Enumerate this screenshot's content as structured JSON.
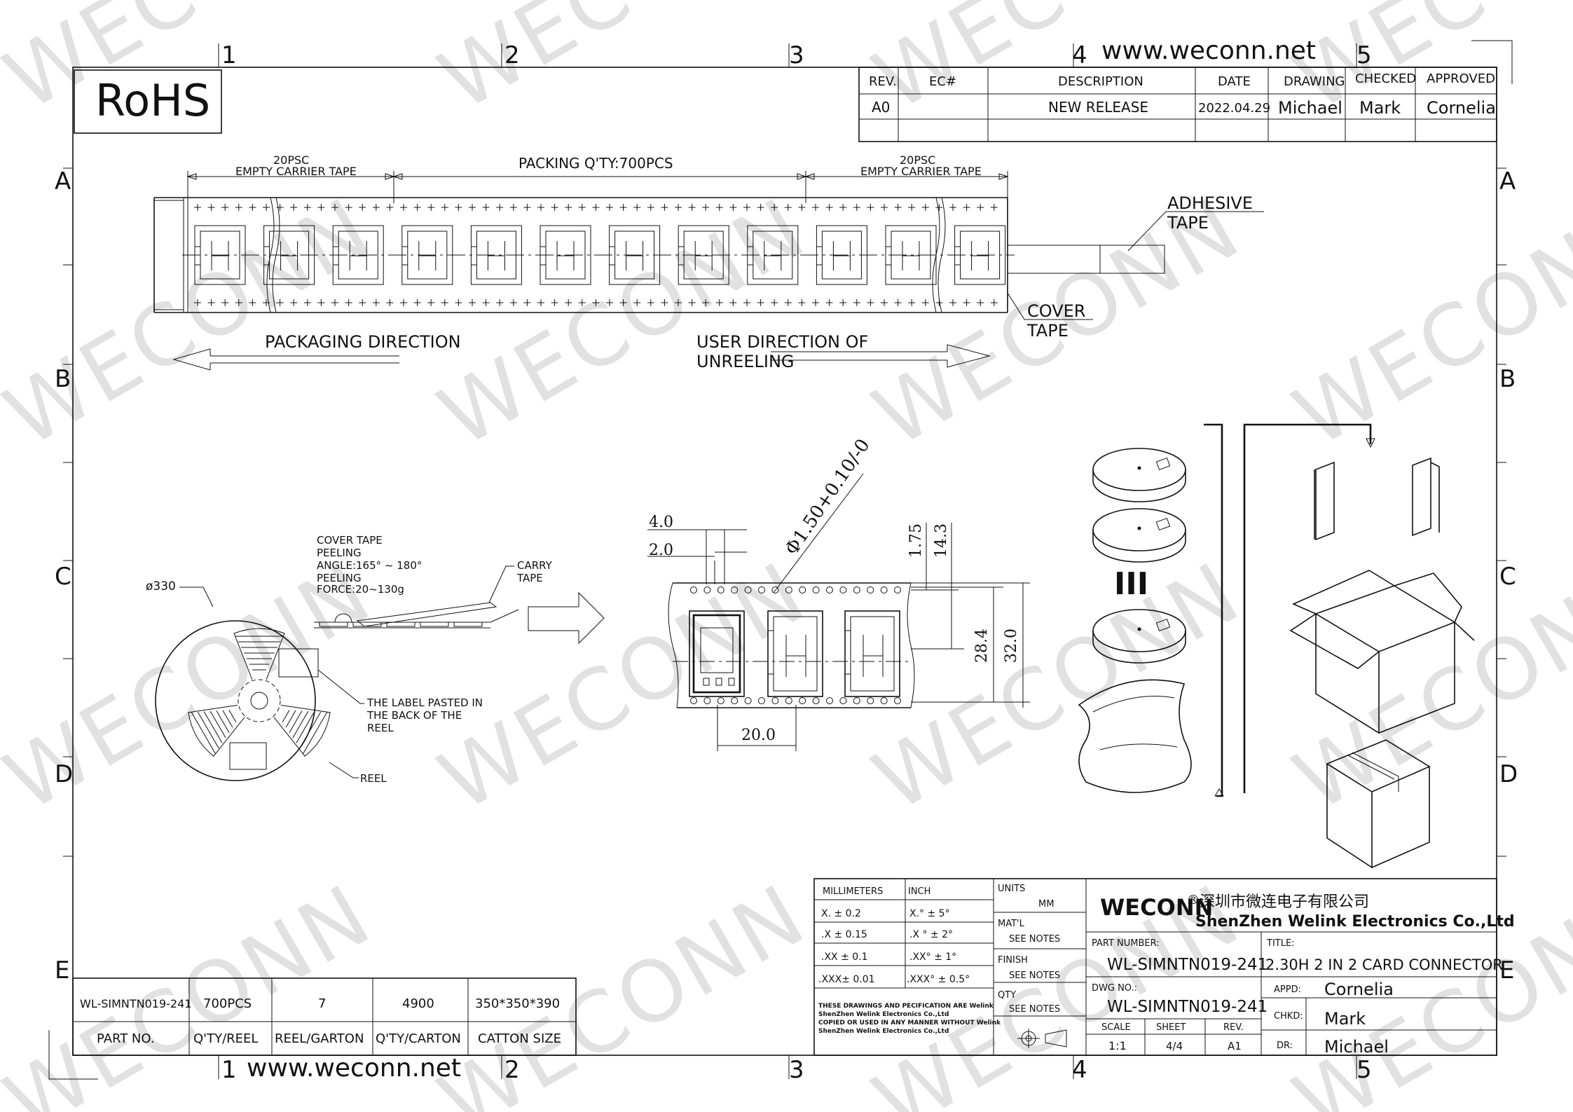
{
  "watermark": "WECONN",
  "website": "www.weconn.net",
  "rohs": "RoHS",
  "grid": {
    "cols": [
      "1",
      "2",
      "3",
      "4",
      "5"
    ],
    "rows": [
      "A",
      "B",
      "C",
      "D",
      "E"
    ]
  },
  "revision_table": {
    "headers": [
      "REV.",
      "EC#",
      "DESCRIPTION",
      "DATE",
      "DRAWING",
      "CHECKED",
      "APPROVED"
    ],
    "row": [
      "A0",
      "",
      "NEW RELEASE",
      "2022.04.29",
      "Michael",
      "Mark",
      "Cornelia"
    ]
  },
  "tape": {
    "empty_left_count": "20PSC",
    "empty_left_label": "EMPTY CARRIER TAPE",
    "packing_qty": "PACKING Q'TY:700PCS",
    "empty_right_count": "20PSC",
    "empty_right_label": "EMPTY CARRIER TAPE",
    "adhesive_1": "ADHESIVE",
    "adhesive_2": "TAPE",
    "cover_1": "COVER",
    "cover_2": "TAPE",
    "pack_dir": "PACKAGING DIRECTION",
    "user_dir_1": "USER DIRECTION OF",
    "user_dir_2": "UNREELING"
  },
  "reel": {
    "diameter": "ø330",
    "peel_1": "COVER TAPE",
    "peel_2": "PEELING",
    "peel_3": "ANGLE:165° ~ 180°",
    "peel_4": "PEELING",
    "peel_5": "FORCE:20~130g",
    "carry_1": "CARRY",
    "carry_2": "TAPE",
    "label_1": "THE LABEL PASTED IN",
    "label_2": "THE BACK OF THE",
    "label_3": "REEL",
    "reel_label": "REEL"
  },
  "dims": {
    "d1": "4.0",
    "d2": "2.0",
    "hole": "Φ1.50+0.10/-0",
    "d3": "1.75",
    "d4": "14.3",
    "d5": "28.4",
    "d6": "32.0",
    "d7": "20.0"
  },
  "stack_mark": "III",
  "packing_table": {
    "values": [
      "WL-SIMNTN019-241",
      "700PCS",
      "7",
      "4900",
      "350*350*390"
    ],
    "headers": [
      "PART NO.",
      "Q'TY/REEL",
      "REEL/GARTON",
      "Q'TY/CARTON",
      "CATTON SIZE"
    ]
  },
  "tolerance": {
    "mm_header": "MILLIMETERS",
    "inch_header": "INCH",
    "mm": [
      "X.  ±  0.2",
      ".X   ± 0.15",
      ".XX  ± 0.1",
      ".XXX±  0.01"
    ],
    "inch": [
      "X.°   ±  5°",
      ".X °  ± 2°",
      ".XX°  ± 1°",
      ".XXX° ± 0.5°"
    ],
    "note_1": "THESE DRAWINGS AND PECIFICATION  ARE Welink",
    "note_2": "ShenZhen Welink Electronics Co.,Ltd",
    "note_3": " COPIED OR USED IN ANY MANNER WITHOUT Welink",
    "note_4": "ShenZhen Welink Electronics Co.,Ltd"
  },
  "spec": {
    "units_label": "UNITS",
    "units": "MM",
    "matl_label": "MAT'L",
    "matl": "SEE NOTES",
    "finish_label": "FINISH",
    "finish": "SEE NOTES",
    "qty_label": "QTY",
    "qty": "SEE NOTES"
  },
  "title_block": {
    "brand": "WECONN",
    "registered": "®",
    "company_cn": "深圳市微连电子有限公司",
    "company_en": "ShenZhen Welink Electronics Co.,Ltd",
    "part_number_label": "PART NUMBER:",
    "part_number": "WL-SIMNTN019-241",
    "title_label": "TITLE:",
    "title": "2.30H 2 IN 2 CARD CONNECTOR",
    "dwg_label": "DWG NO.:",
    "dwg": "WL-SIMNTN019-241",
    "scale_label": "SCALE",
    "scale": "1:1",
    "sheet_label": "SHEET",
    "sheet": "4/4",
    "rev_label": "REV.",
    "rev": "A1",
    "appd_label": "APPD:",
    "appd": "Cornelia",
    "chkd_label": "CHKD:",
    "chkd": "Mark",
    "dr_label": "DR:",
    "dr": "Michael"
  }
}
